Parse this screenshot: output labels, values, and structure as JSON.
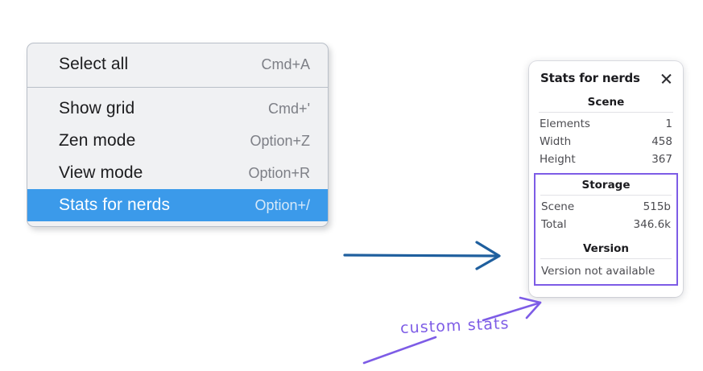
{
  "menu": {
    "name": "context-menu",
    "groups": [
      {
        "items": [
          {
            "label": "Select all",
            "shortcut": "Cmd+A",
            "selected": false
          }
        ]
      },
      {
        "items": [
          {
            "label": "Show grid",
            "shortcut": "Cmd+'",
            "selected": false
          },
          {
            "label": "Zen mode",
            "shortcut": "Option+Z",
            "selected": false
          },
          {
            "label": "View mode",
            "shortcut": "Option+R",
            "selected": false
          },
          {
            "label": "Stats for nerds",
            "shortcut": "Option+/",
            "selected": true
          }
        ]
      }
    ],
    "highlight_color": "#3b9aea",
    "background_color": "#f0f1f3"
  },
  "stats_panel": {
    "title": "Stats for nerds",
    "close_icon": "close-icon",
    "scene": {
      "heading": "Scene",
      "rows": [
        {
          "label": "Elements",
          "value": "1"
        },
        {
          "label": "Width",
          "value": "458"
        },
        {
          "label": "Height",
          "value": "367"
        }
      ]
    },
    "storage": {
      "heading": "Storage",
      "rows": [
        {
          "label": "Scene",
          "value": "515b"
        },
        {
          "label": "Total",
          "value": "346.6k"
        }
      ]
    },
    "version": {
      "heading": "Version",
      "text": "Version not available"
    },
    "highlight_color": "#7d5ce6"
  },
  "annotations": {
    "blue_arrow_color": "#1f5f9e",
    "purple_color": "#7d5ce6",
    "label": "custom stats"
  }
}
